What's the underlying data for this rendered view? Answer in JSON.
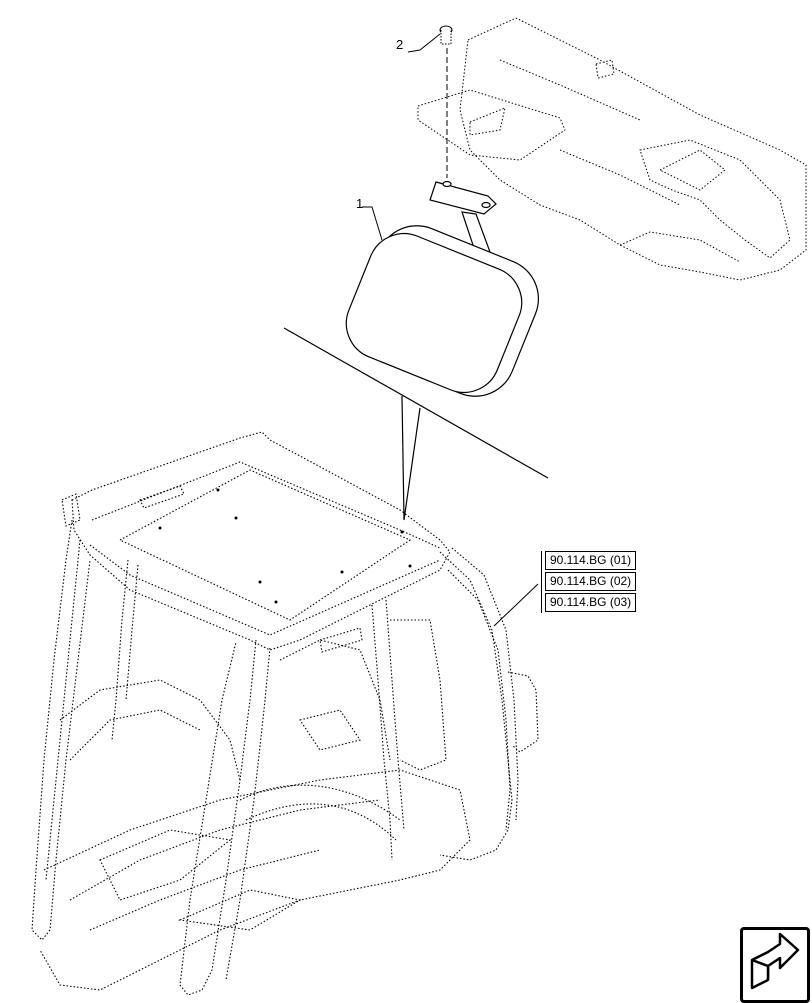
{
  "callouts": {
    "part_1": "1",
    "part_2": "2"
  },
  "references": [
    "90.114.BG (01)",
    "90.114.BG (02)",
    "90.114.BG (03)"
  ],
  "icons": {
    "navigation": "next-page-arrow-icon"
  }
}
